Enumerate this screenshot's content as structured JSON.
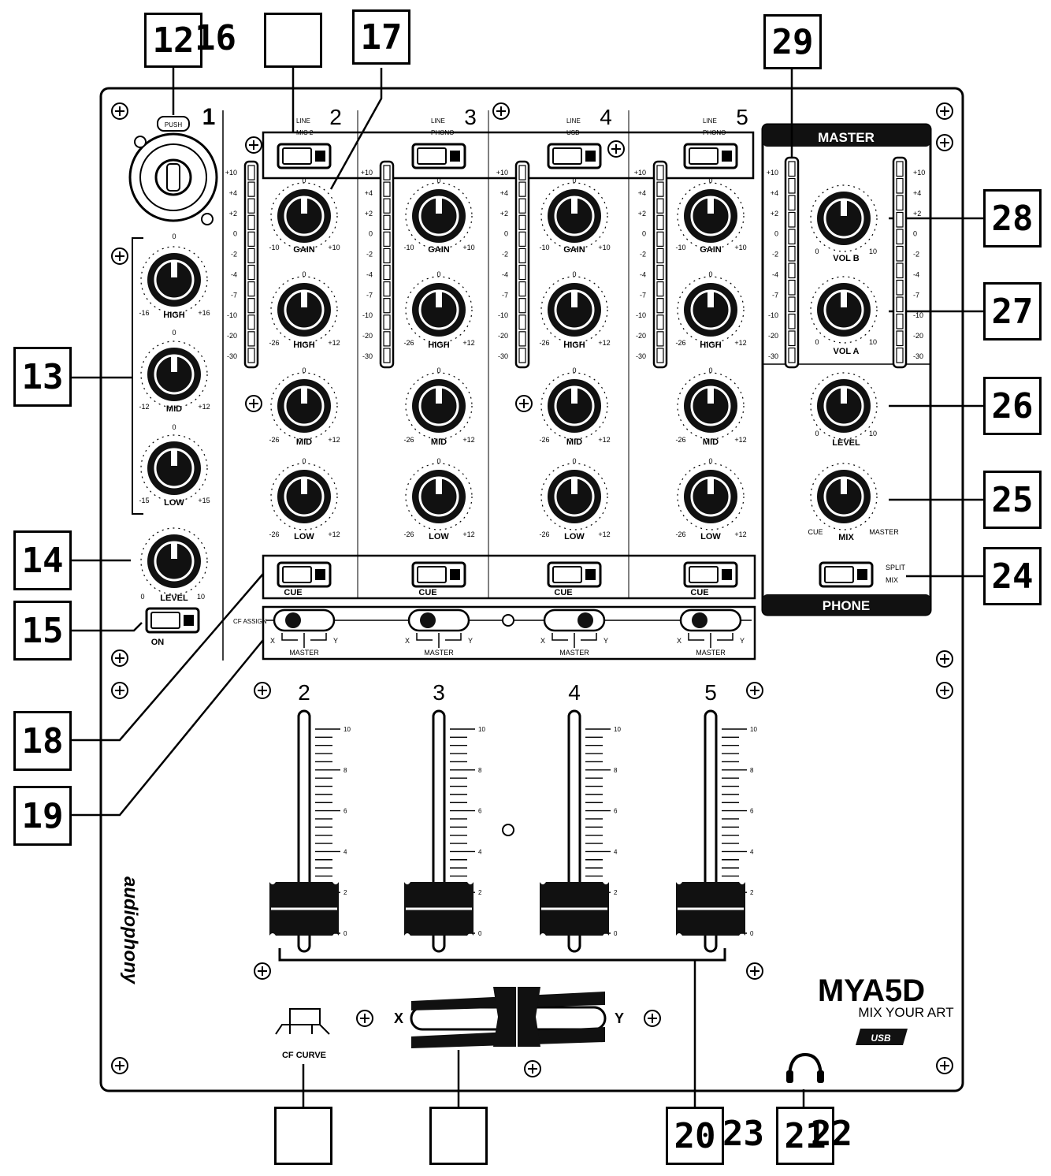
{
  "callouts": {
    "c12": "12",
    "c16": "16",
    "c17": "17",
    "c29": "29",
    "c13": "13",
    "c14": "14",
    "c15": "15",
    "c18": "18",
    "c19": "19",
    "c28": "28",
    "c27": "27",
    "c26": "26",
    "c25": "25",
    "c24": "24",
    "c20": "20",
    "c23": "23",
    "c21": "21",
    "c22": "22"
  },
  "panel": {
    "push": "PUSH",
    "ch1_number": "1",
    "channel_numbers": [
      "2",
      "3",
      "4",
      "5"
    ],
    "input_labels": [
      {
        "line": "LINE",
        "alt": "MIC 2"
      },
      {
        "line": "LINE",
        "alt": "PHONO"
      },
      {
        "line": "LINE",
        "alt": "USB"
      },
      {
        "line": "LINE",
        "alt": "PHONO"
      }
    ],
    "knob_labels": {
      "gain": "GAIN",
      "high": "HIGH",
      "mid": "MID",
      "low": "LOW",
      "level": "LEVEL"
    },
    "ch1_ranges": {
      "high": [
        "-16",
        "+16"
      ],
      "mid": [
        "-12",
        "+12"
      ],
      "low": [
        "-15",
        "+15"
      ],
      "level": [
        "0",
        "10"
      ],
      "zero": "0"
    },
    "strip_ranges": {
      "gain": [
        "-10",
        "+10"
      ],
      "eq": [
        "-26",
        "+12"
      ],
      "zero": "0"
    },
    "meter_scale": [
      "+10",
      "+4",
      "+2",
      "0",
      "-2",
      "-4",
      "-7",
      "-10",
      "-20",
      "-30"
    ],
    "cue": "CUE",
    "on": "ON",
    "cf_assign": "CF ASSIGN",
    "assign": {
      "x": "X",
      "y": "Y",
      "master": "MASTER"
    },
    "fader_scale": [
      "10",
      "8",
      "6",
      "4",
      "2",
      "0"
    ],
    "master": {
      "title": "MASTER",
      "vol_b": "VOL B",
      "vol_a": "VOL A",
      "level": "LEVEL",
      "mix": "MIX",
      "cue": "CUE",
      "master": "MASTER",
      "split": "SPLIT",
      "mix_sw": "MIX",
      "phone": "PHONE",
      "range": [
        "0",
        "10"
      ]
    },
    "crossfader": {
      "x": "X",
      "y": "Y"
    },
    "cf_curve": "CF CURVE",
    "brand": "audiophony",
    "logo": "MYA5D",
    "tagline": "MIX YOUR ART",
    "usb": "USB"
  }
}
